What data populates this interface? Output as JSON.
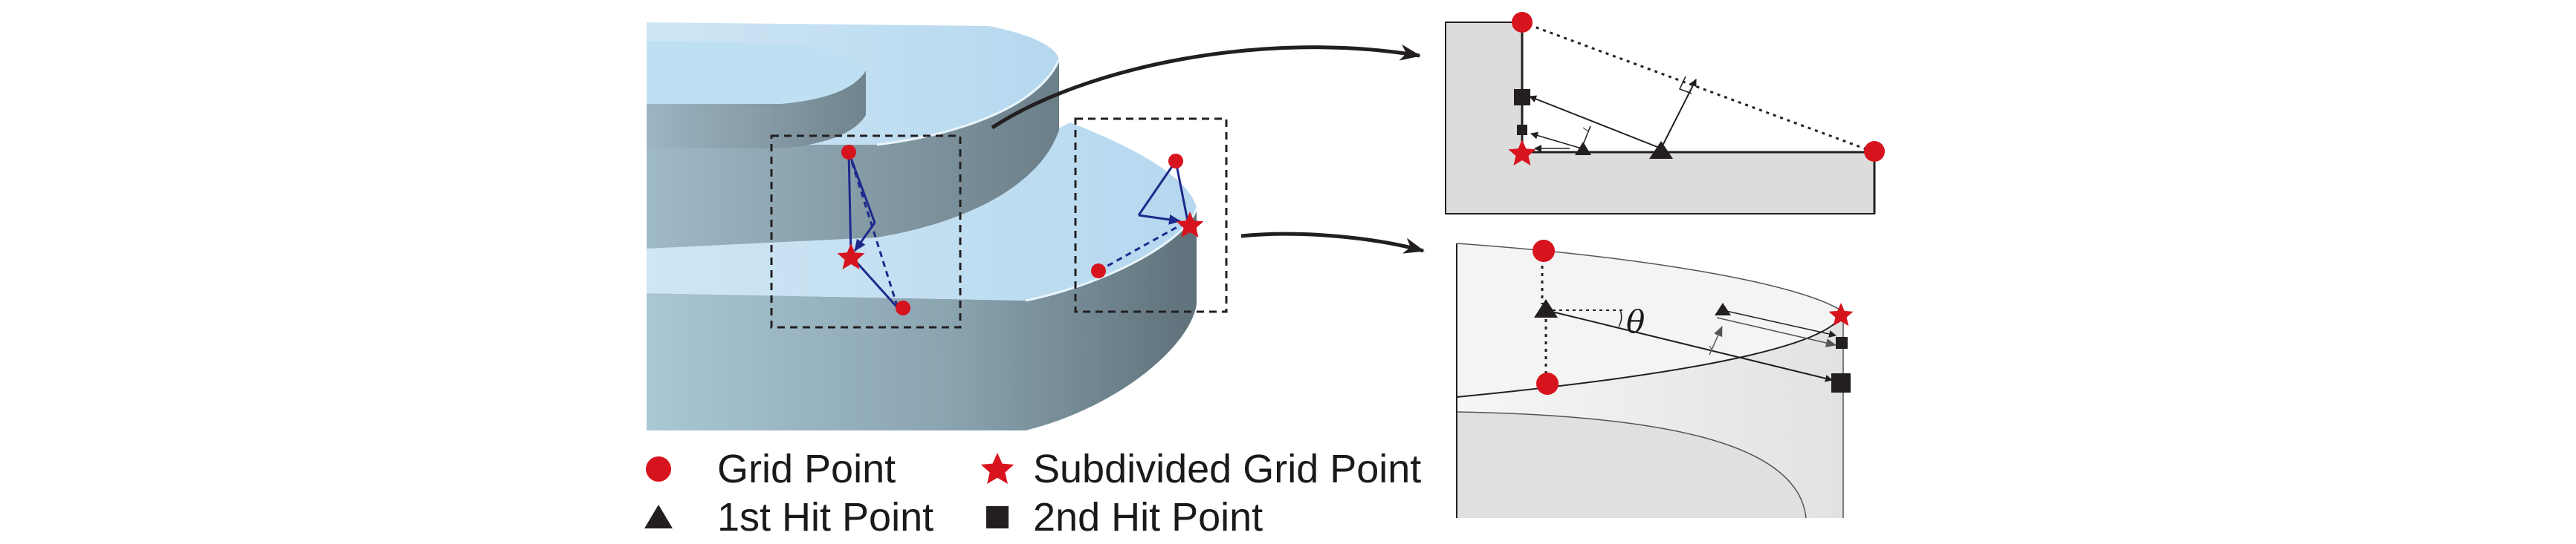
{
  "legend": {
    "grid_point": "Grid Point",
    "subdivided_grid_point": "Subdivided Grid Point",
    "first_hit_point": "1st Hit Point",
    "second_hit_point": "2nd Hit Point"
  },
  "bottom_detail": {
    "angle_label": "θ"
  },
  "colors": {
    "grid_point": "#d7141e",
    "hit_point": "#231f20",
    "geometry_blue": "#1d2a8c",
    "detail_fill": "#dcdcdc"
  }
}
